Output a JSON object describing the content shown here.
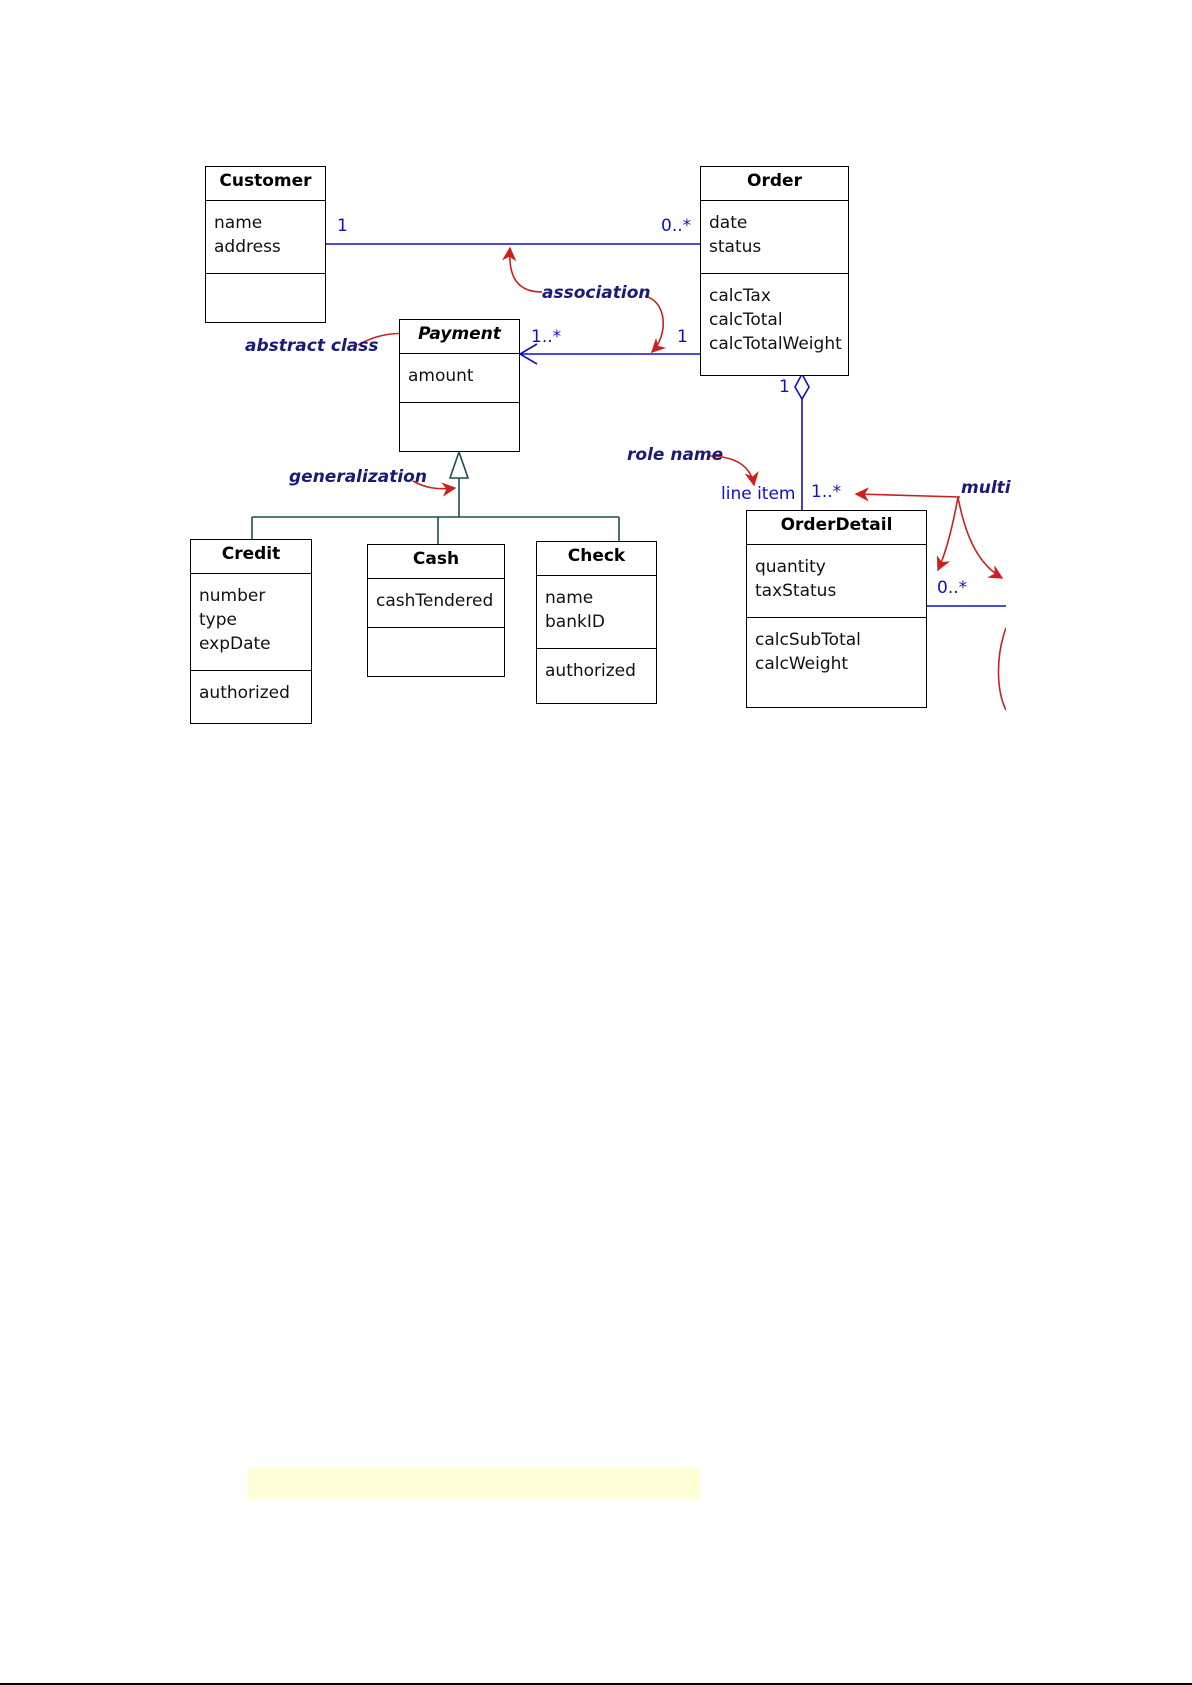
{
  "classes": {
    "customer": {
      "name": "Customer",
      "attributes": [
        "name",
        "address"
      ],
      "operations": []
    },
    "order": {
      "name": "Order",
      "attributes": [
        "date",
        "status"
      ],
      "operations": [
        "calcTax",
        "calcTotal",
        "calcTotalWeight"
      ]
    },
    "payment": {
      "name": "Payment",
      "attributes": [
        "amount"
      ],
      "operations": []
    },
    "credit": {
      "name": "Credit",
      "attributes": [
        "number",
        "type",
        "expDate"
      ],
      "operations": [
        "authorized"
      ]
    },
    "cash": {
      "name": "Cash",
      "attributes": [
        "cashTendered"
      ],
      "operations": []
    },
    "check": {
      "name": "Check",
      "attributes": [
        "name",
        "bankID"
      ],
      "operations": [
        "authorized"
      ]
    },
    "orderdetail": {
      "name": "OrderDetail",
      "attributes": [
        "quantity",
        "taxStatus"
      ],
      "operations": [
        "calcSubTotal",
        "calcWeight"
      ]
    }
  },
  "multiplicities": {
    "customer_end": "1",
    "order_end": "0..*",
    "payment_end": "1..*",
    "order_payment_end": "1",
    "order_aggregate_end": "1",
    "orderdetail_end": "1..*",
    "orderdetail_right": "0..*"
  },
  "role_names": {
    "line_item": "line item"
  },
  "annotations": {
    "association": "association",
    "abstract_class": "abstract class",
    "generalization": "generalization",
    "role_name": "role name",
    "multiplicity": "multi"
  },
  "colors": {
    "association_line": "#1010c8",
    "generalization_line": "#1f4f4f",
    "annotation_arrow": "#cc2020",
    "annotation_text": "#1a1a7a"
  }
}
